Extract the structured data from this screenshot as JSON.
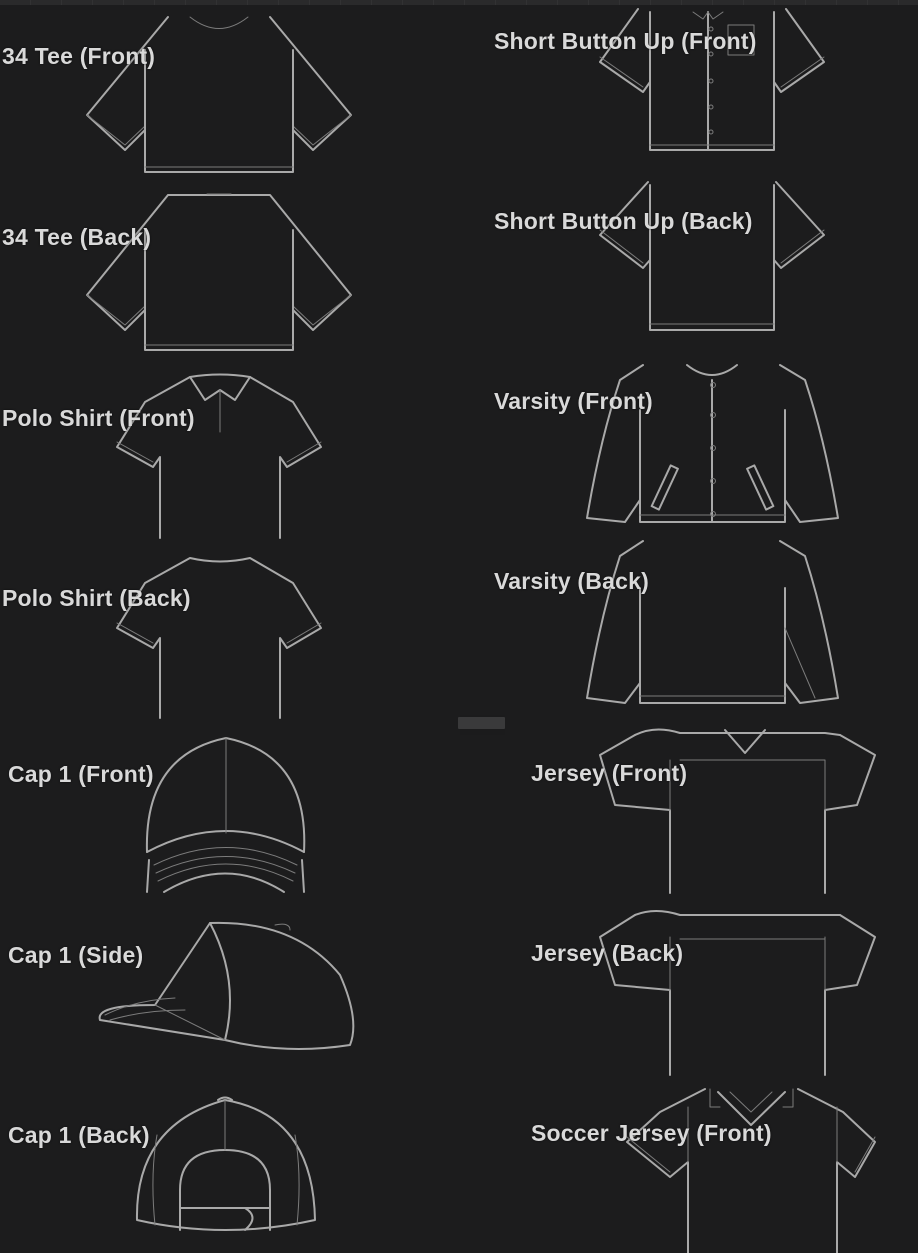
{
  "canvas": {
    "background": "#1b1b1c",
    "stroke_color": "#a9a9a9",
    "label_color": "#d9d9d9"
  },
  "templates": [
    {
      "label": "34 Tee (Front)",
      "icon": "tee-front-icon"
    },
    {
      "label": "Short Button Up (Front)",
      "icon": "button-up-front-icon"
    },
    {
      "label": "34 Tee (Back)",
      "icon": "tee-back-icon"
    },
    {
      "label": "Short Button Up (Back)",
      "icon": "button-up-back-icon"
    },
    {
      "label": "Polo Shirt (Front)",
      "icon": "polo-front-icon"
    },
    {
      "label": "Varsity (Front)",
      "icon": "varsity-front-icon"
    },
    {
      "label": "Polo Shirt (Back)",
      "icon": "polo-back-icon"
    },
    {
      "label": "Varsity (Back)",
      "icon": "varsity-back-icon"
    },
    {
      "label": "Cap 1 (Front)",
      "icon": "cap-front-icon"
    },
    {
      "label": "Jersey (Front)",
      "icon": "jersey-front-icon"
    },
    {
      "label": "Cap 1 (Side)",
      "icon": "cap-side-icon"
    },
    {
      "label": "Jersey (Back)",
      "icon": "jersey-back-icon"
    },
    {
      "label": "Cap 1 (Back)",
      "icon": "cap-back-icon"
    },
    {
      "label": "Soccer Jersey (Front)",
      "icon": "soccer-jersey-front-icon"
    }
  ]
}
